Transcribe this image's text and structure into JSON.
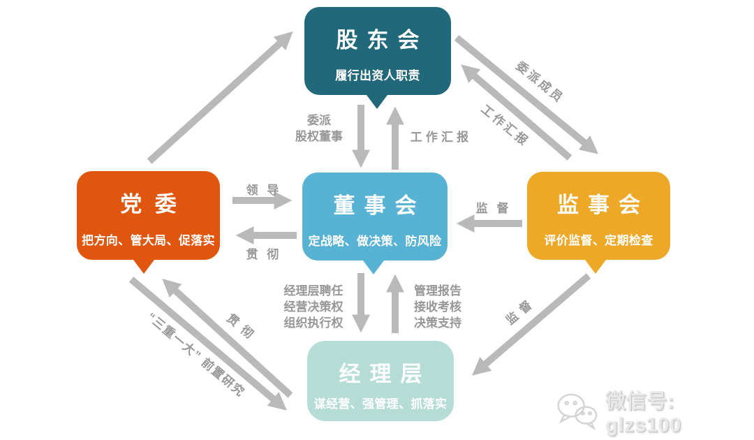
{
  "diagram": {
    "name": "国企公司治理结构图",
    "nodes": {
      "shareholders": {
        "title": "股东会",
        "subtitle": "履行出资人职责",
        "color": "#20687A"
      },
      "party": {
        "title": "党委",
        "subtitle": "把方向、管大局、促落实",
        "color": "#E0560E"
      },
      "board": {
        "title": "董事会",
        "subtitle": "定战略、做决策、防风险",
        "color": "#58B2D4"
      },
      "supervisory": {
        "title": "监事会",
        "subtitle": "评价监督、定期检查",
        "color": "#EDA827"
      },
      "management": {
        "title": "经理层",
        "subtitle": "谋经营、强管理、抓落实",
        "color": "#B5DDD6"
      }
    },
    "edges": {
      "shareholders_to_board": {
        "lines": [
          "委派",
          "股权董事"
        ]
      },
      "board_to_shareholders": {
        "label": "工作汇报"
      },
      "party_to_board": {
        "label": "领导"
      },
      "board_to_party": {
        "label": "贯彻"
      },
      "supervisory_to_board": {
        "label": "监督"
      },
      "board_to_management": {
        "lines": [
          "经理层聘任",
          "经营决策权",
          "组织执行权"
        ]
      },
      "management_to_board": {
        "lines": [
          "管理报告",
          "接收考核",
          "决策支持"
        ]
      },
      "shareholders_to_supervisory": {
        "label": "委派成员"
      },
      "supervisory_to_shareholders": {
        "label": "工作汇报"
      },
      "party_to_management": {
        "label": "“三重一大” 前置研究"
      },
      "management_to_party": {
        "label": "贯彻"
      },
      "supervisory_to_management": {
        "label": "监督"
      },
      "party_to_shareholders": {
        "label": ""
      }
    },
    "palette": {
      "arrow": "#B9B9B9",
      "edge_label": "#979797",
      "box_text": "#FFFFFF"
    }
  },
  "watermark": {
    "icon": "wechat-icon",
    "label": "微信号: glzs100"
  }
}
